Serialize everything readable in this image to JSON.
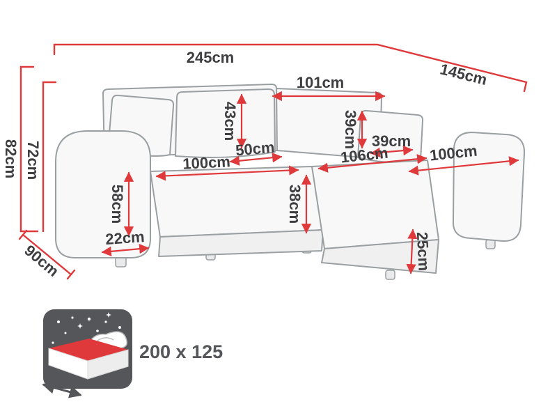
{
  "diagram": {
    "dims": {
      "total_width": "245cm",
      "total_depth": "145cm",
      "right_back_width": "101cm",
      "backrest_height": "43cm",
      "pillow_height": "39cm",
      "pillow_width": "39cm",
      "armrest_width": "50cm",
      "left_seat_width": "100cm",
      "right_seat_width": "106cm",
      "chaise_width": "100cm",
      "total_height": "82cm",
      "backrest_top_height": "72cm",
      "armrest_height": "58cm",
      "seat_height": "38cm",
      "leg_section_width": "22cm",
      "side_depth": "90cm",
      "chaise_front_height": "25cm"
    },
    "sleeping_area": {
      "label": "200 x 125"
    },
    "colors": {
      "dimension_red": "#e0393b",
      "label_text": "#3e3e40",
      "sofa_outline": "#9aa0a2",
      "icon_gray": "#55565a"
    }
  }
}
